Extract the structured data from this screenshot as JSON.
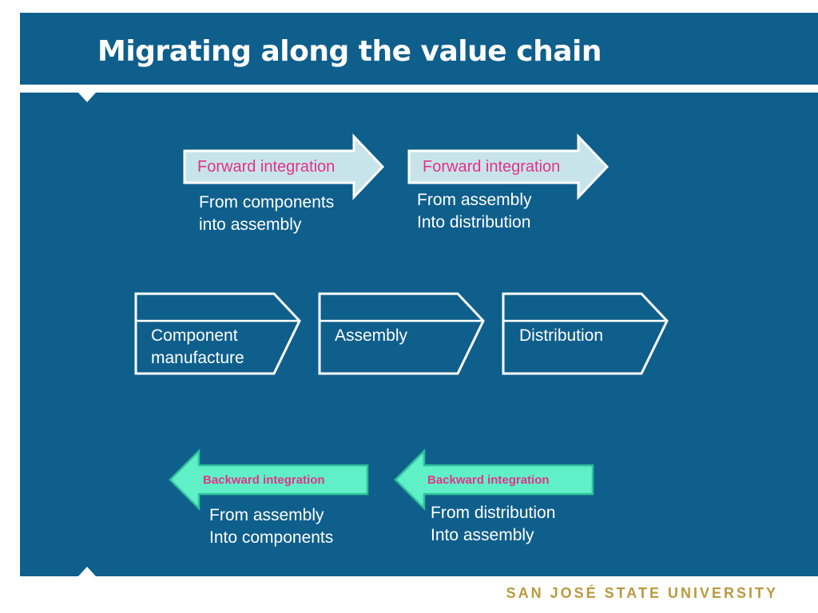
{
  "title": "Migrating along the value chain",
  "forward_integration": [
    {
      "label": "Forward integration",
      "note": [
        "From components",
        "into assembly"
      ]
    },
    {
      "label": "Forward integration",
      "note": [
        "From assembly",
        "Into distribution"
      ]
    }
  ],
  "value_chain": [
    {
      "label": [
        "Component",
        "manufacture"
      ]
    },
    {
      "label": [
        "Assembly"
      ]
    },
    {
      "label": [
        "Distribution"
      ]
    }
  ],
  "backward_integration": [
    {
      "label": "Backward integration",
      "note": [
        "From assembly",
        "Into components"
      ]
    },
    {
      "label": "Backward integration",
      "note": [
        "From distribution",
        "Into assembly"
      ]
    }
  ],
  "footer": {
    "university": "SAN JOSÉ STATE UNIVERSITY"
  },
  "colors": {
    "panel": "#0f5f8c",
    "forward_arrow_fill": "#c7e4ea",
    "backward_arrow_fill": "#5ff0c8",
    "arrow_label": "#e2338a",
    "university_gold": "#b89a3e"
  }
}
